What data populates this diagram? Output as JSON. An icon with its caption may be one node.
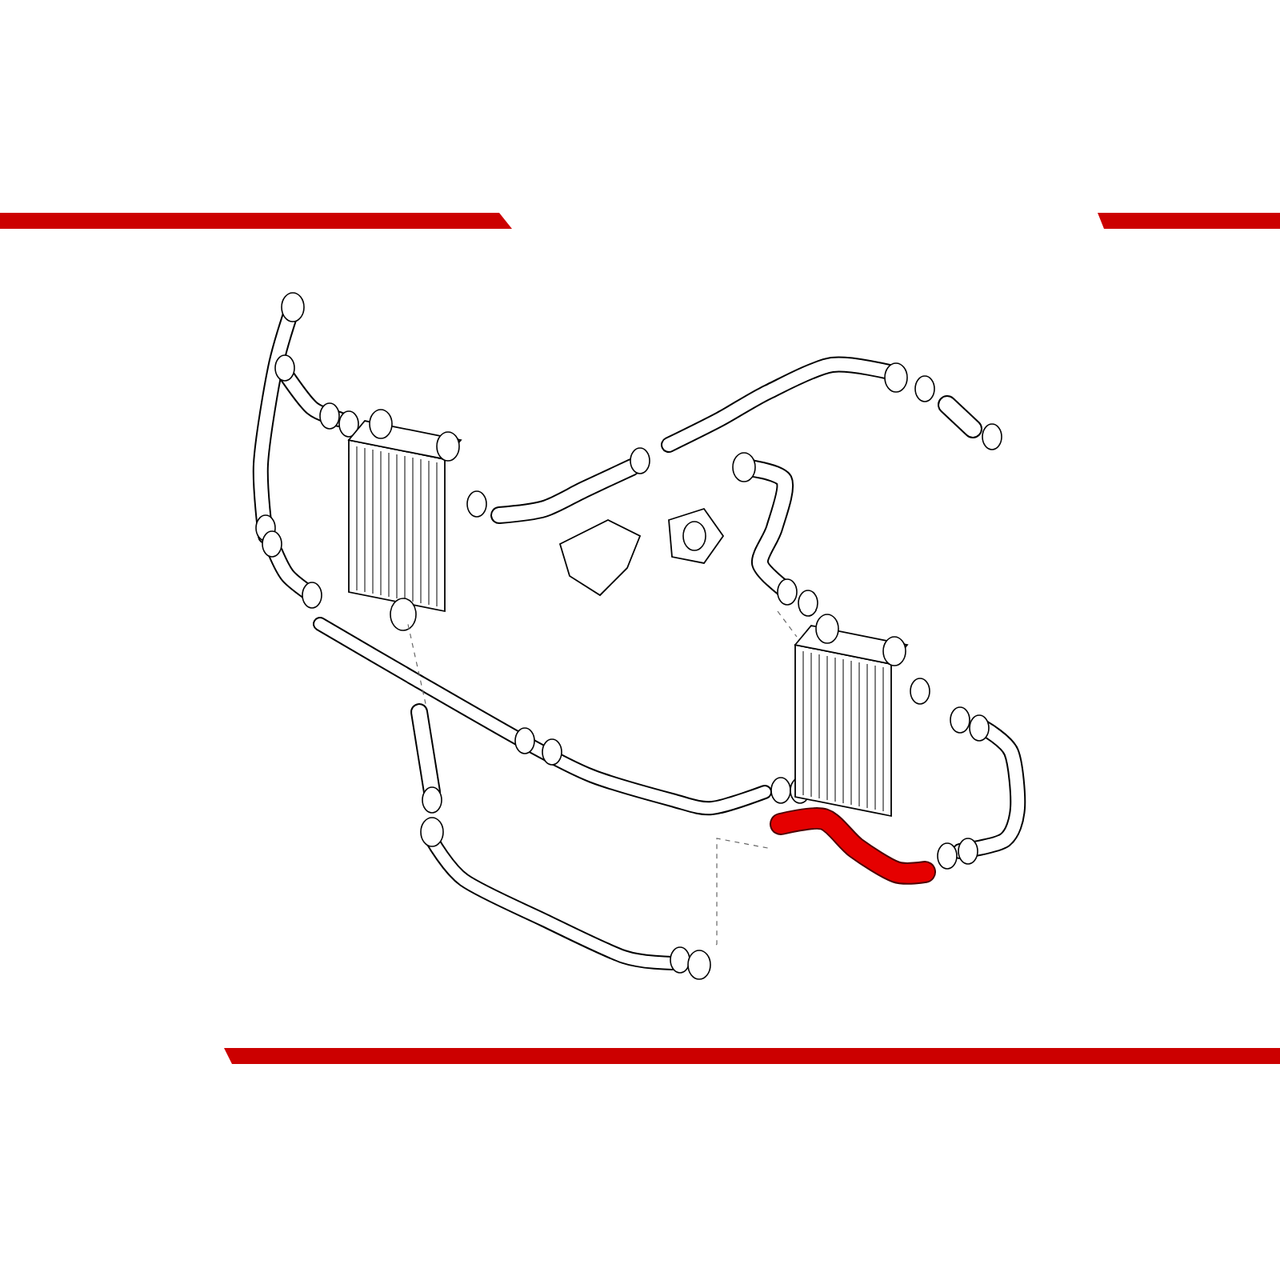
{
  "diagram": {
    "nodes": [
      {
        "text": [],
        "shape": "picture"
      },
      {
        "text": [],
        "shape": "picture"
      },
      {
        "text": [],
        "shape": "picture"
      },
      {
        "text": [],
        "shape": "circle"
      }
    ],
    "edges": [
      {
        "from": 0,
        "to": 1,
        "arrow": "none",
        "style": "dashed"
      },
      {
        "from": 2,
        "to": 3,
        "arrow": "none",
        "style": "dashed"
      }
    ]
  }
}
